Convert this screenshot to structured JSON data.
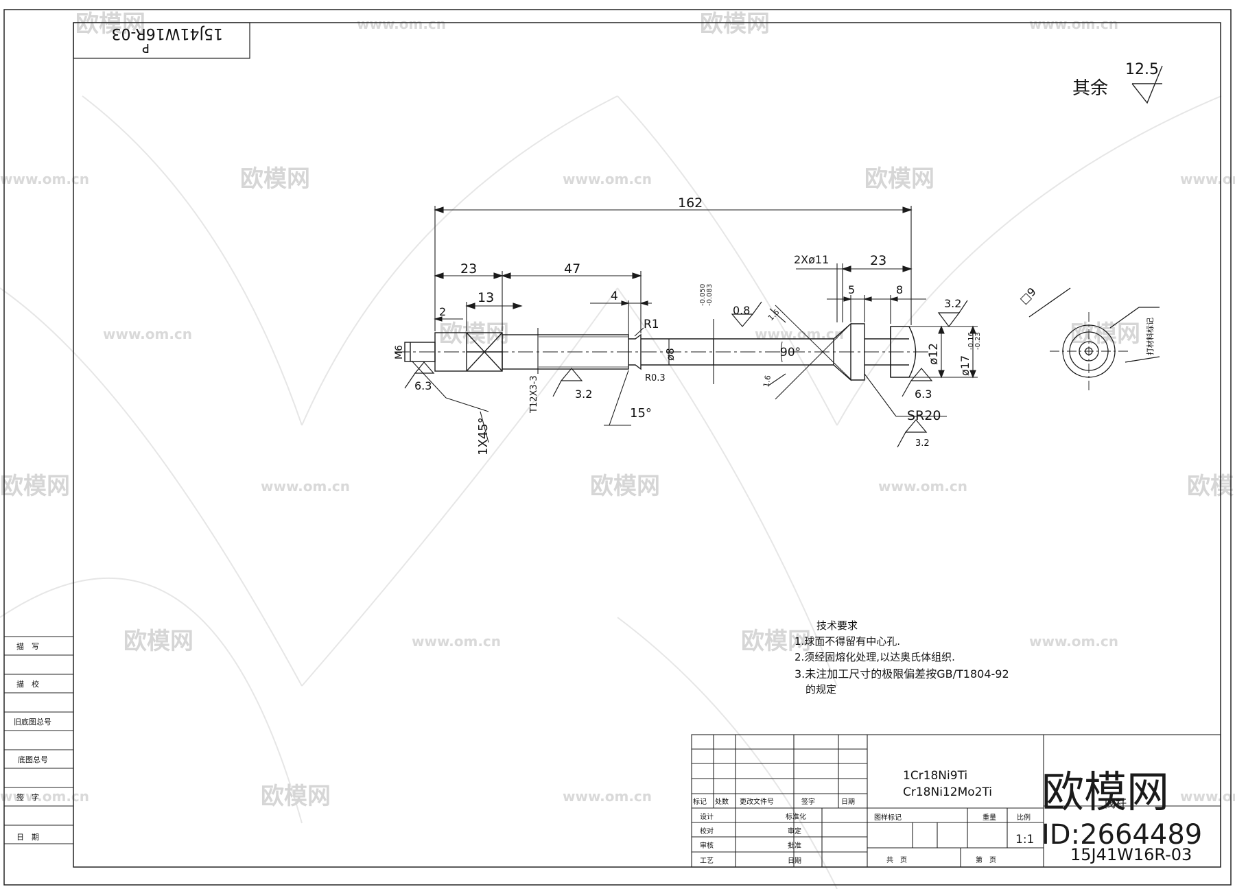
{
  "stamp": {
    "line1": "P",
    "line2": "15J41W16R-03"
  },
  "roughness_note": {
    "label": "其余",
    "value": "12.5"
  },
  "dimensions": {
    "overall": "162",
    "d23": "23",
    "d47": "47",
    "d13": "13",
    "d2": "2",
    "d4": "4",
    "r1": "R1",
    "r03": "R0.3",
    "dia8": "ø8",
    "two_holes": "2Xø11",
    "d23b": "23",
    "d5": "5",
    "d8": "8",
    "dia12": "ø12",
    "dia17": "ø17",
    "dia17_tol_up": "-0.16",
    "dia17_tol_low": "-0.23",
    "m6": "M6",
    "thread": "T12X3-3",
    "chamfer": "1X45°",
    "angle15": "15°",
    "angle90": "90°",
    "sr20": "SR20",
    "vert_tol_a": "-0.050",
    "vert_tol_b": "-0.083",
    "square": "□9"
  },
  "roughness": {
    "r63a": "6.3",
    "r32a": "3.2",
    "r08": "0.8",
    "r16a": "1.6",
    "r16b": "1.6",
    "r32b": "3.2",
    "r63b": "6.3",
    "r32c": "3.2"
  },
  "side_view_note": "打材料标记",
  "tech_req": {
    "title": "技术要求",
    "items": [
      "1.球面不得留有中心孔.",
      "2.须经固熔化处理,以达奥氏体组织.",
      "3.未注加工尺寸的极限偏差按GB/T1804-92",
      "的规定"
    ]
  },
  "left_stamps": [
    "描　写",
    "描　校",
    "旧底图总号",
    "底图总号",
    "签　字",
    "日　期"
  ],
  "title_block": {
    "material_1": "1Cr18Ni9Ti",
    "material_2": "Cr18Ni12Mo2Ti",
    "rev_headers": [
      "标记",
      "处数",
      "更改文件号",
      "签字",
      "日期"
    ],
    "roles_left": [
      "设计",
      "校对",
      "审核",
      "工艺"
    ],
    "roles_right": [
      "标准化",
      "审定",
      "批准",
      "日期"
    ],
    "drawing_label": "图样标记",
    "weight_label": "重量",
    "scale_label": "比例",
    "scale_value": "1:1",
    "sheets_total": "共　页",
    "sheet_no": "第　页",
    "drawing_no": "15J41W16R-03",
    "part_name": "阀杆"
  },
  "watermark": {
    "brand": "欧模网",
    "url": "www.om.cn",
    "id": "ID:2664489"
  }
}
